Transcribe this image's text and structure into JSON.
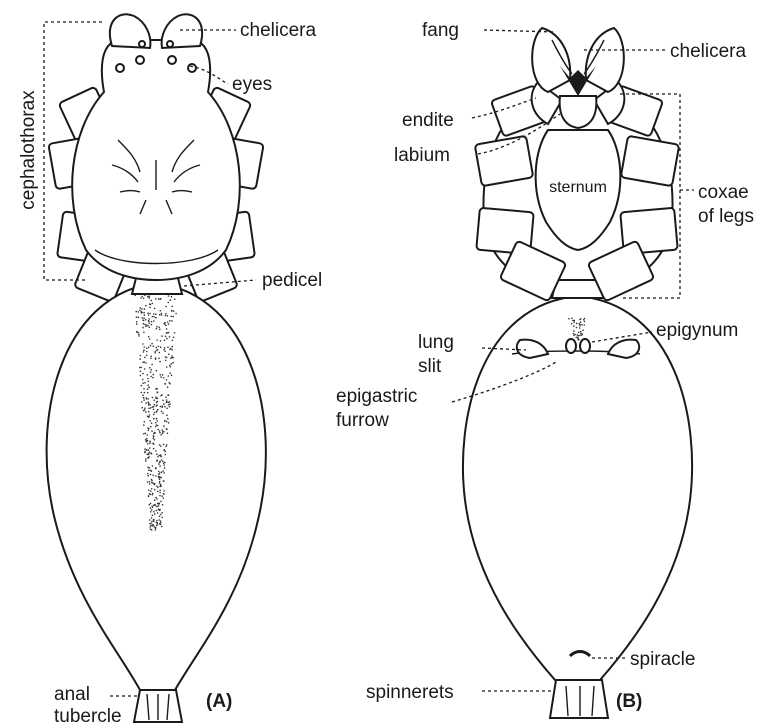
{
  "figure": {
    "panel_a": {
      "tag": "(A)",
      "labels": {
        "cephalothorax": "cephalothorax",
        "chelicera": "chelicera",
        "eyes": "eyes",
        "pedicel": "pedicel",
        "anal_line1": "anal",
        "anal_line2": "tubercle"
      }
    },
    "panel_b": {
      "tag": "(B)",
      "labels": {
        "fang": "fang",
        "chelicera": "chelicera",
        "endite": "endite",
        "labium": "labium",
        "sternum": "sternum",
        "coxae_line1": "coxae",
        "coxae_line2": "of legs",
        "lung_line1": "lung",
        "lung_line2": "slit",
        "epigynum": "epigynum",
        "epigastric_line1": "epigastric",
        "epigastric_line2": "furrow",
        "spiracle": "spiracle",
        "spinnerets": "spinnerets"
      }
    }
  }
}
